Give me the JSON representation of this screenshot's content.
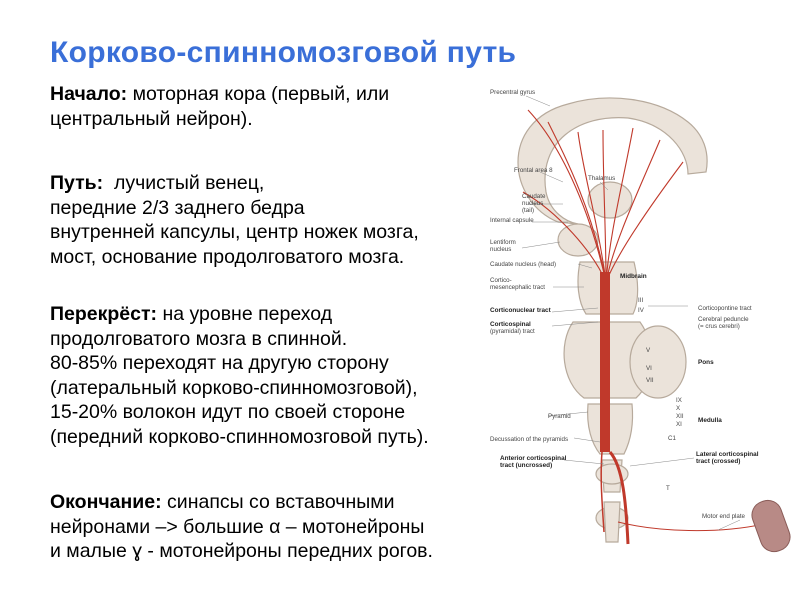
{
  "title": "Корково-спинномозговой путь",
  "start": {
    "label": "Начало:",
    "lines": [
      " моторная кора (первый, или",
      "центральный нейрон)."
    ]
  },
  "path": {
    "label": "Путь:",
    "lines": [
      "  лучистый венец,",
      "передние 2/3 заднего бедра",
      "внутренней капсулы, центр ножек мозга,",
      "мост, основание продолговатого мозга."
    ]
  },
  "crossing": {
    "label": "Перекрёст:",
    "lines": [
      " на уровне переход",
      "продолговатого мозга в спинной.",
      "80-85% переходят на другую сторону",
      "(латеральный корково-спинномозговой),",
      "15-20% волокон идут по своей стороне",
      "(передний корково-спинномозговой путь)."
    ]
  },
  "ending": {
    "label": "Окончание:",
    "lines": [
      " синапсы со вставочными",
      "нейронами –> большие α – мотонейроны",
      "и малые ɣ - мотонейроны передних рогов."
    ]
  },
  "figure": {
    "labels": {
      "precentral_gyrus": "Precentral gyrus",
      "frontal_area": "Frontal area 8",
      "thalamus": "Thalamus",
      "caudate_nucleus_tail_1": "Caudate",
      "caudate_nucleus_tail_2": "nucleus",
      "caudate_nucleus_tail_3": "(tail)",
      "internal_capsule": "Internal capsule",
      "lentiform_1": "Lentiform",
      "lentiform_2": "nucleus",
      "caudate_head": "Caudate nucleus (head)",
      "cortico_mesen_1": "Cortico-",
      "cortico_mesen_2": "mesencephalic tract",
      "corticonuclear": "Corticonuclear tract",
      "corticospinal_1": "Corticospinal",
      "corticospinal_2": "(pyramidal) tract",
      "midbrain": "Midbrain",
      "corticopontine": "Corticopontine tract",
      "cerebral_peduncle_1": "Cerebral peduncle",
      "cerebral_peduncle_2": "(= crus cerebri)",
      "pons": "Pons",
      "medulla": "Medulla",
      "pyramid": "Pyramid",
      "decussation": "Decussation of the pyramids",
      "anterior_cst_1": "Anterior corticospinal",
      "anterior_cst_2": "tract (uncrossed)",
      "lateral_cst_1": "Lateral corticospinal",
      "lateral_cst_2": "tract (crossed)",
      "motor_end_plate": "Motor end plate",
      "n_iii": "III",
      "n_iv": "IV",
      "n_v": "V",
      "n_vi": "VI",
      "n_vii": "VII",
      "n_ix": "IX",
      "n_x": "X",
      "n_xii": "XII",
      "n_xi": "XI",
      "n_c1": "C1",
      "n_t": "T"
    },
    "colors": {
      "tract": "#c0392b",
      "brain_fill": "#ebe3da",
      "brain_stroke": "#b7aa9c",
      "leader": "#888888"
    }
  }
}
